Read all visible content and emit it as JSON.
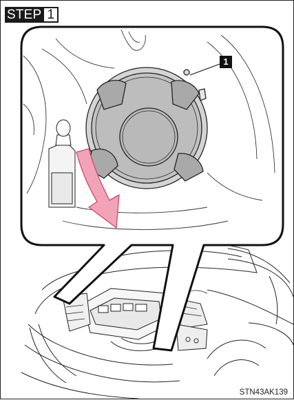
{
  "step": {
    "label": "STEP",
    "number": "1"
  },
  "callout": {
    "number": "1"
  },
  "figure_code": "STN43AK139"
}
